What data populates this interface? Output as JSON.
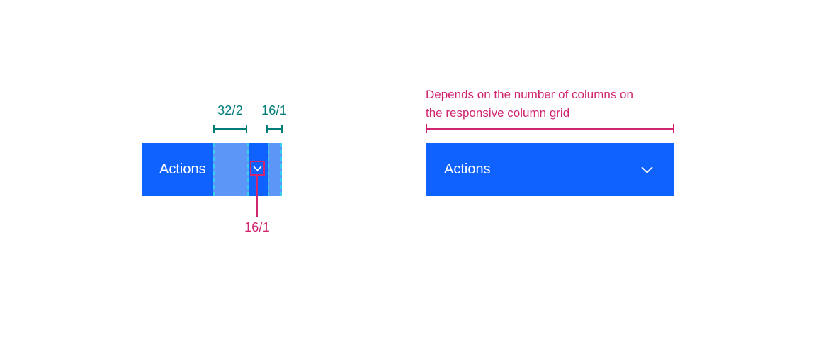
{
  "colors": {
    "button_blue": "#0F62FE",
    "overlay_blue": "#5C96F7",
    "overlay_dash_cyan": "#38CDEC",
    "annotation_teal": "#007D79",
    "annotation_magenta": "#D02670",
    "button_text": "#FFFFFF"
  },
  "left_spec": {
    "button_label": "Actions",
    "icon_name": "chevron-down-icon",
    "padding_measure_label": "32/2",
    "edge_measure_label": "16/1",
    "icon_size_measure_label": "16/1"
  },
  "right_spec": {
    "button_label": "Actions",
    "icon_name": "chevron-down-icon",
    "width_annotation_lines": {
      "line1": "Depends on the number of columns on",
      "line2": "the responsive column grid"
    }
  }
}
